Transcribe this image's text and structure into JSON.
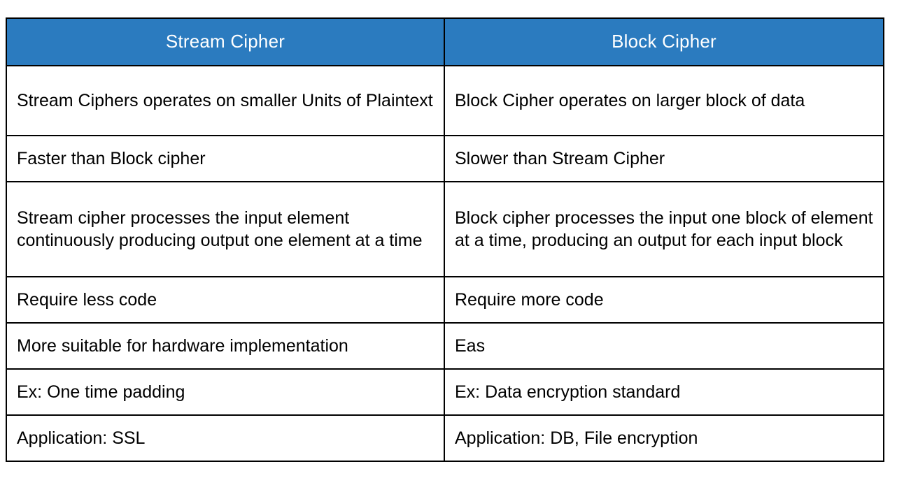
{
  "table": {
    "headers": [
      {
        "label": "Stream Cipher",
        "align": "center"
      },
      {
        "label": "Block Cipher",
        "align": "center"
      }
    ],
    "rows": [
      {
        "stream": "Stream Ciphers operates on smaller Units of Plaintext",
        "block": "Block Cipher operates on larger block of data"
      },
      {
        "stream": "Faster than Block cipher",
        "block": "Slower than Stream Cipher"
      },
      {
        "stream": "Stream cipher processes the input element continuously producing output one element at a time",
        "block": "Block cipher processes the input one block of element at a time, producing an output for each input block"
      },
      {
        "stream": "Require less code",
        "block": "Require more code"
      },
      {
        "stream": "More suitable for hardware implementation",
        "block": "Eas"
      },
      {
        "stream": "Ex: One time padding",
        "block": "Ex: Data encryption standard"
      },
      {
        "stream": "Application: SSL",
        "block": "Application: DB, File encryption"
      }
    ]
  },
  "colors": {
    "header_background": "#2B7BBF",
    "header_text": "#FFFFFF",
    "body_text": "#000000",
    "border": "#000000",
    "page_background": "#FFFFFF"
  }
}
